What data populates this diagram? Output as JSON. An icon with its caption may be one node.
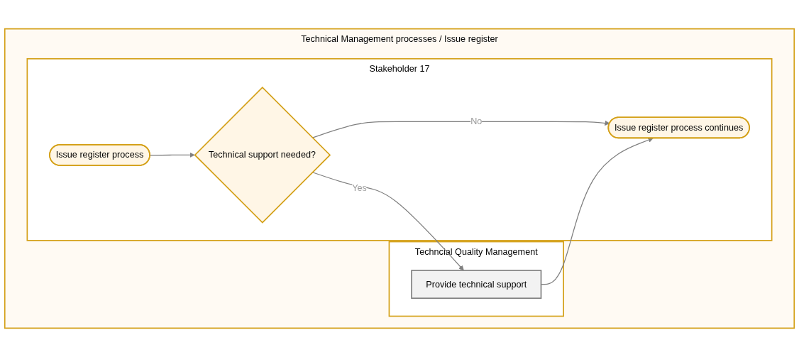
{
  "diagram": {
    "nodes": [
      {
        "text": [
          "Technical Management processes / Issue register"
        ]
      },
      {
        "text": [
          "Stakeholder 17"
        ],
        "in": 0
      },
      {
        "text": [
          "Issue register process"
        ],
        "in": 1
      },
      {
        "text": [
          "Technical support needed?"
        ],
        "in": 1
      },
      {
        "text": [
          "Issue register process continues"
        ],
        "in": 1
      },
      {
        "text": [
          "Techncial Quality Management"
        ],
        "in": 0
      },
      {
        "text": [
          "Provide technical support"
        ],
        "in": 5
      }
    ],
    "edges": [
      {
        "from": 2,
        "to": 3,
        "arrow": "to"
      },
      {
        "from": 3,
        "to": 4,
        "label": "No",
        "arrow": "to"
      },
      {
        "from": 3,
        "to": 6,
        "label": "Yes",
        "arrow": "to"
      },
      {
        "from": 6,
        "to": 4,
        "arrow": "to"
      }
    ]
  }
}
